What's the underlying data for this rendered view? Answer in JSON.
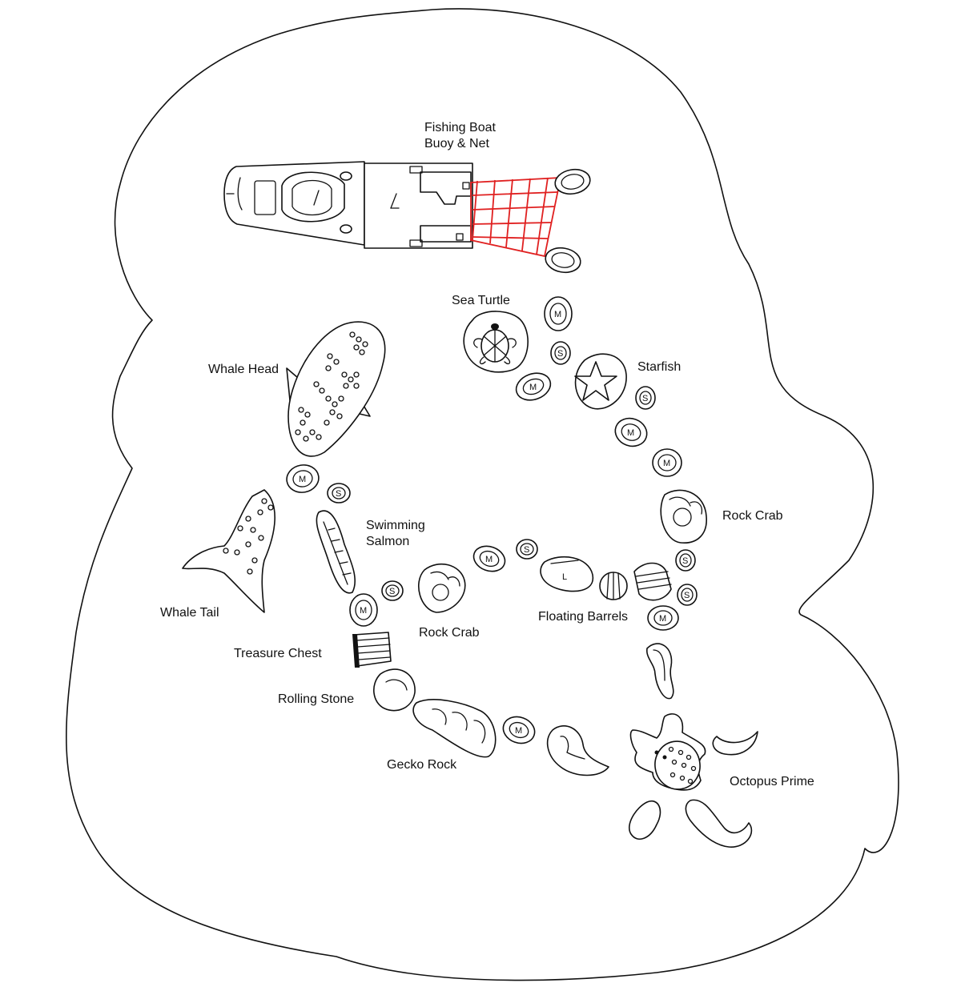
{
  "colors": {
    "outline": "#111111",
    "background": "#ffffff",
    "net": "#e02020"
  },
  "labels": {
    "fishing_boat": [
      "Fishing Boat",
      "Buoy & Net"
    ],
    "sea_turtle": "Sea Turtle",
    "whale_head": "Whale Head",
    "starfish": "Starfish",
    "rock_crab_right": "Rock Crab",
    "swimming_salmon": [
      "Swimming",
      "Salmon"
    ],
    "whale_tail": "Whale Tail",
    "floating_barrels": "Floating Barrels",
    "rock_crab_center": "Rock Crab",
    "treasure_chest": "Treasure Chest",
    "rolling_stone": "Rolling Stone",
    "gecko_rock": "Gecko Rock",
    "octopus_prime": "Octopus Prime"
  },
  "hold_glyphs": {
    "medium": "M",
    "small": "S",
    "large": "L"
  }
}
